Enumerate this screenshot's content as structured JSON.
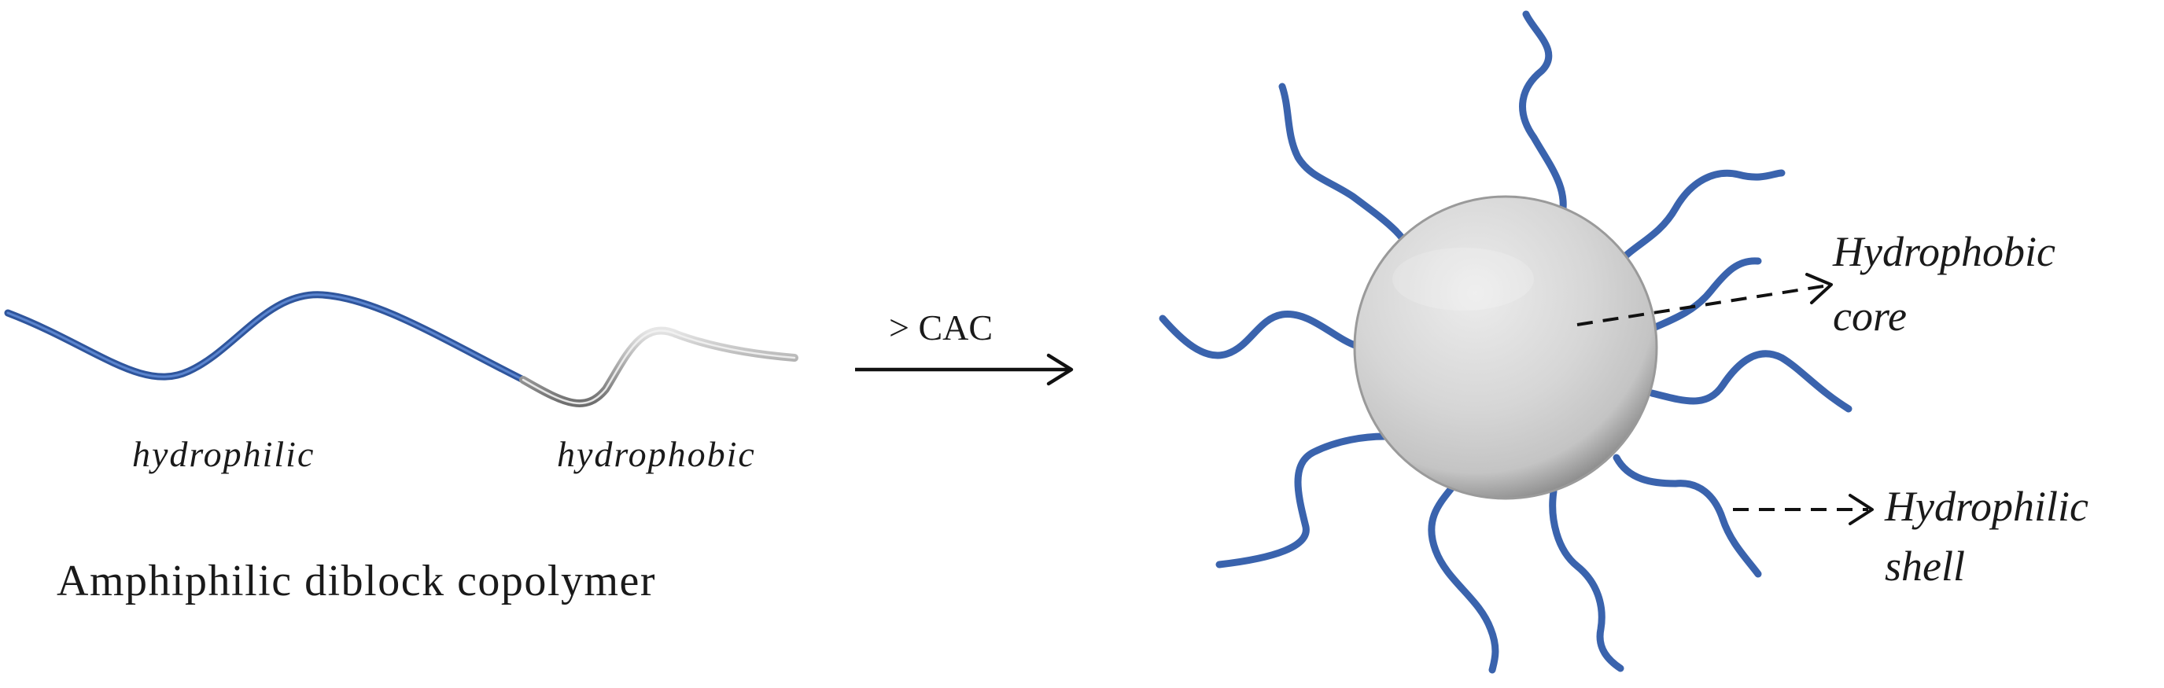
{
  "polymer": {
    "hydrophilic_label": "hydrophilic",
    "hydrophobic_label": "hydrophobic",
    "caption": "Amphiphilic diblock copolymer"
  },
  "process": {
    "condition_label": "> CAC"
  },
  "micelle": {
    "core_label_line1": "Hydrophobic",
    "core_label_line2": "core",
    "shell_label_line1": "Hydrophilic",
    "shell_label_line2": "shell"
  },
  "colors": {
    "hydrophilic_chain": "#3a63ad",
    "hydrophobic_chain": "#a8a8a8",
    "core_fill": "#d6d6d6",
    "text": "#1a1a1a"
  }
}
